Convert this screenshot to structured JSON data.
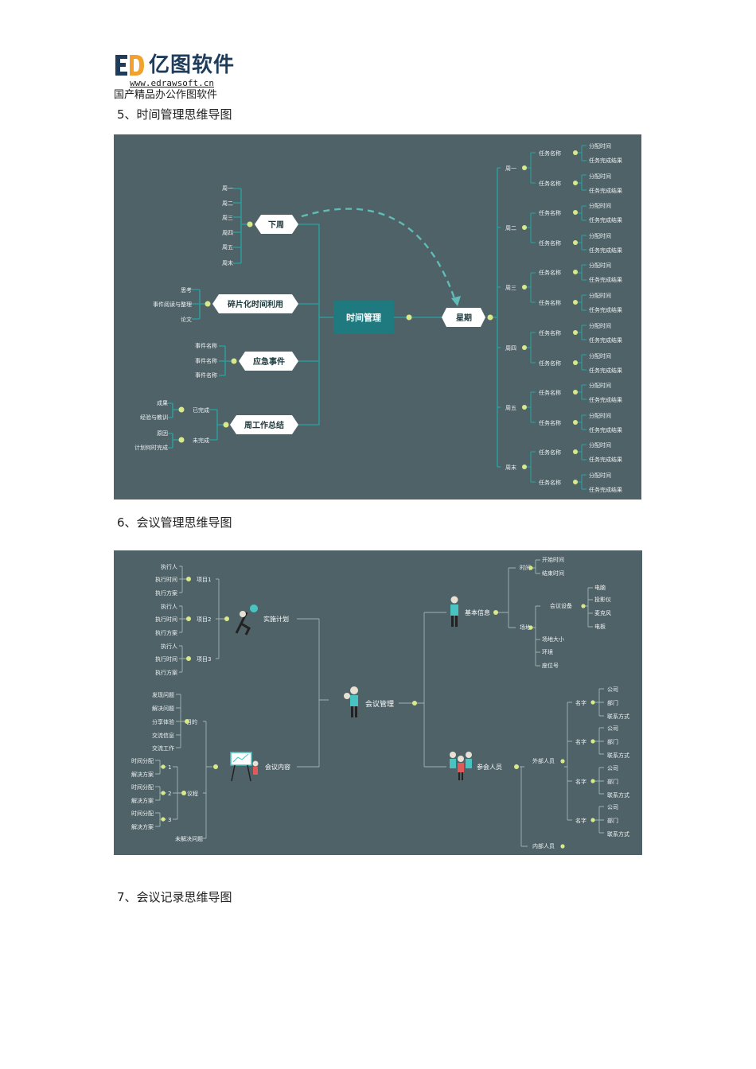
{
  "header": {
    "brand_name": "亿图软件",
    "brand_logo_letters": "ED",
    "url": "www.edrawsoft.cn",
    "tagline": "国产精品办公作图软件"
  },
  "sections": [
    {
      "heading": "5、时间管理思维导图"
    },
    {
      "heading": "6、会议管理思维导图"
    },
    {
      "heading": "7、会议记录思维导图"
    }
  ],
  "map1": {
    "center": "时间管理",
    "next_week": {
      "label": "下周",
      "days": [
        "周一",
        "周二",
        "周三",
        "周四",
        "周五",
        "周末"
      ]
    },
    "fragments": {
      "label": "碎片化时间利用",
      "items": [
        "思考",
        "事件阅读与整理",
        "论文"
      ]
    },
    "emergency": {
      "label": "应急事件",
      "items": [
        "事件名称",
        "事件名称",
        "事件名称"
      ]
    },
    "summary": {
      "label": "周工作总结",
      "done": "已完成",
      "done_items": [
        "成果",
        "经验与教训"
      ],
      "undone": "未完成",
      "undone_items": [
        "原因",
        "计划何时完成"
      ]
    },
    "week": {
      "label": "星期",
      "days": [
        "周一",
        "周二",
        "周三",
        "周四",
        "周五",
        "周末"
      ],
      "task": "任务名称",
      "alloc": "分配时间",
      "finish": "任务完成结果"
    }
  },
  "map2": {
    "center": "会议管理",
    "plan": {
      "label": "实施计划",
      "projects": [
        "项目1",
        "项目2",
        "项目3"
      ],
      "items": [
        "执行人",
        "执行时间",
        "执行方案"
      ]
    },
    "content": {
      "label": "会议内容",
      "purpose": "目的",
      "purpose_items": [
        "发现问题",
        "解决问题",
        "分享体验",
        "交流信息",
        "交流工作"
      ],
      "agenda": "议程",
      "agenda_nums": [
        "1",
        "2",
        "3"
      ],
      "agenda_items": [
        "时间分配",
        "解决方案"
      ],
      "unsolved": "未解决问题"
    },
    "basic": {
      "label": "基本信息",
      "time": "时间",
      "time_items": [
        "开始时间",
        "结束时间"
      ],
      "place": "场地",
      "equip": "会议设备",
      "equip_items": [
        "电脑",
        "投影仪",
        "麦克风",
        "电板"
      ],
      "place_items": [
        "场地大小",
        "环境",
        "座位号"
      ]
    },
    "people": {
      "label": "参会人员",
      "external": "外部人员",
      "internal": "内部人员",
      "name": "名字",
      "name_items": [
        "公司",
        "部门",
        "联系方式"
      ]
    }
  }
}
